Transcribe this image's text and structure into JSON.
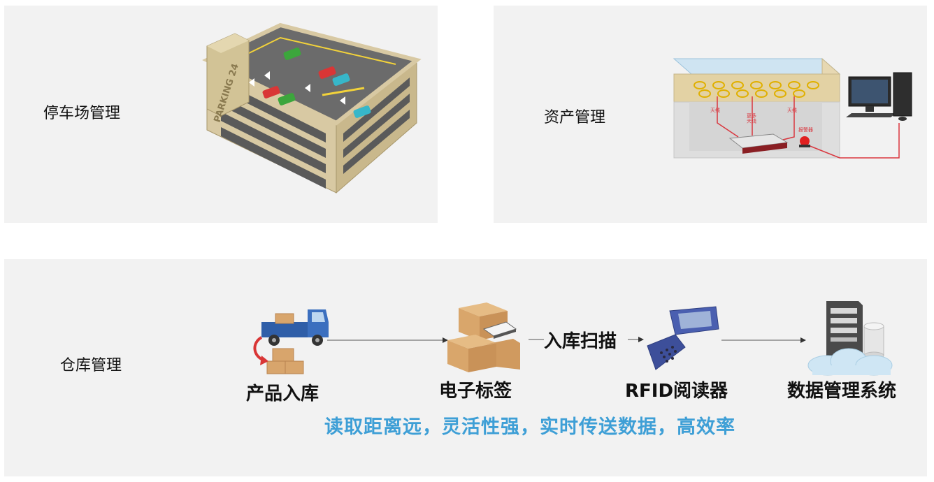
{
  "panels": {
    "parking": {
      "title": "停车场管理",
      "sign": "PARKING 24"
    },
    "asset": {
      "title": "资产管理",
      "diagram_labels": {
        "antenna_left": "天线",
        "antenna_mid": "更多\n天线",
        "antenna_right": "天线",
        "alarm": "报警器"
      }
    },
    "warehouse": {
      "title": "仓库管理",
      "steps": {
        "product_in": "产品入库",
        "e_tag": "电子标签",
        "reader": "RFID阅读器",
        "system": "数据管理系统"
      },
      "scan_label": "入库扫描",
      "slogan": "读取距离远，灵活性强，实时传送数据，高效率"
    }
  },
  "colors": {
    "panel_bg": "#f2f2f2",
    "slogan": "#3e9fd6",
    "wire": "#d9363e",
    "building": "#d8c9a3",
    "reader_blue": "#4a5fb0"
  }
}
